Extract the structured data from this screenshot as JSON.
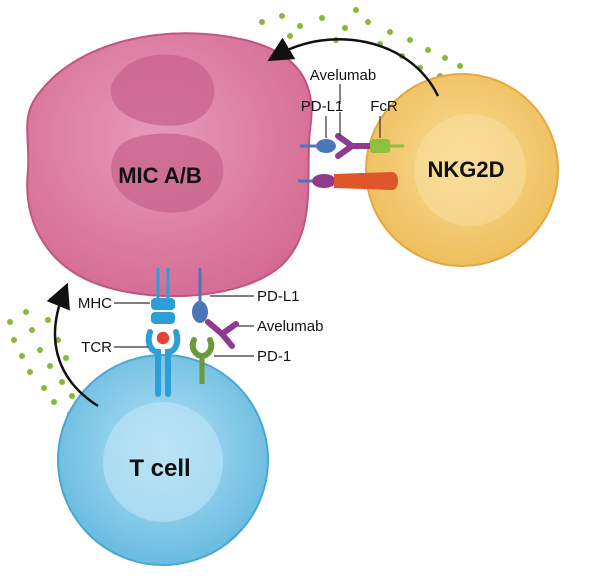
{
  "cells": {
    "tumor": {
      "label": "MIC A/B",
      "fill": "#de7a9f",
      "nucleus": "#c45f87"
    },
    "nk": {
      "label": "NKG2D",
      "fill": "#f2c972",
      "inner": "#f7d98e"
    },
    "tcell": {
      "label": "T cell",
      "fill": "#7dc7e6",
      "inner": "#a9dcf1"
    }
  },
  "molecules": {
    "top_right": {
      "pdl1": "PD-L1",
      "avelumab": "Avelumab",
      "fcr": "FcR"
    },
    "bottom": {
      "mhc": "MHC",
      "tcr": "TCR",
      "pdl1": "PD-L1",
      "avelumab": "Avelumab",
      "pd1": "PD-1"
    }
  },
  "colors": {
    "pdl1": "#4b76b8",
    "avelumab": "#8f3a8f",
    "pd1": "#6a9a3a",
    "fcr": "#8fbf3f",
    "nkg2d_receptor": "#e0552a",
    "mhc": "#2a9fd8",
    "tcr_dot": "#e0443a",
    "granules": "#8cb53c",
    "arrow": "#111111"
  }
}
